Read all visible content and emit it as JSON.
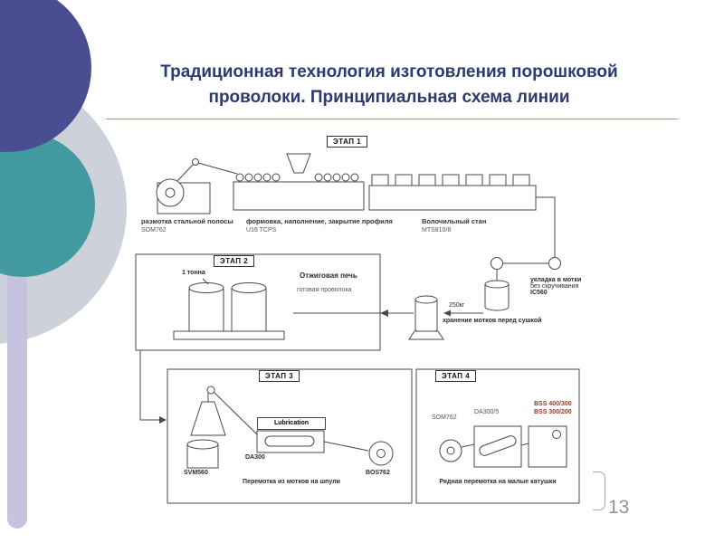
{
  "slide": {
    "title_line1": "Традиционная технология изготовления порошковой",
    "title_line2": "проволоки. Принципиальная схема линии",
    "page_number": "13"
  },
  "stages": {
    "s1": {
      "tag": "ЭТАП 1",
      "uncoiler_name": "размотка стальной полосы",
      "uncoiler_model": "SOM762",
      "forming_name": "формовка, наполнение, закрытие профиля",
      "forming_model": "U16 TCPS",
      "mill_name": "Волочильный стан",
      "mill_model": "MTS810/8",
      "coiler_line1": "укладка в мотки",
      "coiler_line2": "без скручивания",
      "coiler_model": "IC560",
      "coil_weight": "250кг",
      "storage_caption": "хранение мотков перед сушкой"
    },
    "s2": {
      "tag": "ЭТАП 2",
      "load": "1 тонна",
      "furnace": "Отжиговая печь",
      "furnace_sub": "готовая проволока"
    },
    "s3": {
      "tag": "ЭТАП 3",
      "lubrication": "Lubrication",
      "machine_model": "DA300",
      "payoff_model": "SVM560",
      "takeup_model": "BOS762",
      "caption": "Перемотка из мотков на шпули"
    },
    "s4": {
      "tag": "ЭТАП 4",
      "payoff_model": "SOM762",
      "machine_model": "DA300/5",
      "spooler_model_1": "BSS 400/300",
      "spooler_model_2": "BSS 300/200",
      "caption": "Рядная перемотка на малые катушки"
    }
  },
  "colors": {
    "title_text": "#2c3a6d",
    "decor_dark_circle": "#4a4e90",
    "decor_teal_circle": "#42999f",
    "decor_bar": "#c6c3e0",
    "decor_light_circle": "#ccd1da",
    "bss_text": "#8c3b2e",
    "page_number": "#8d929b"
  }
}
